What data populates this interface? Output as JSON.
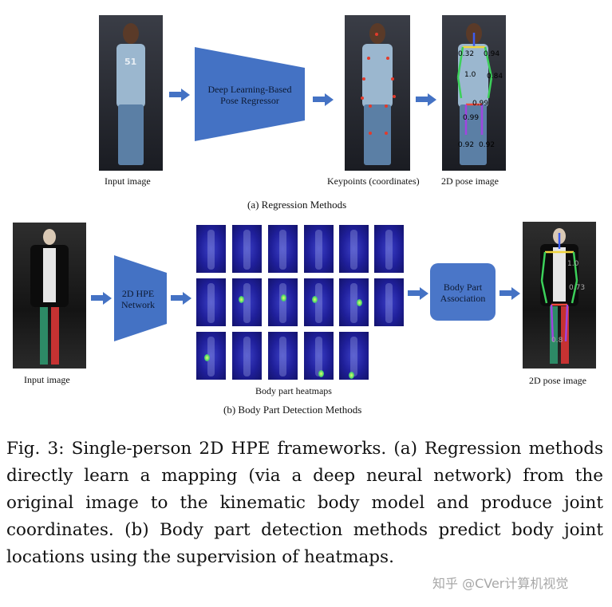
{
  "figure_a": {
    "input_label": "Input image",
    "regressor_label": "Deep Learning-Based\nPose Regressor",
    "keypoints_label": "Keypoints (coordinates)",
    "pose_label": "2D pose image",
    "subcaption": "(a) Regression Methods",
    "jersey_number": "51",
    "pose_values": [
      "0.32",
      "0.94",
      "1.0",
      "0.84",
      "0.99",
      "0.99",
      "0.92",
      "0.92"
    ]
  },
  "figure_b": {
    "input_label": "Input image",
    "network_label": "2D HPE\nNetwork",
    "heatmaps_label": "Body part heatmaps",
    "association_label": "Body Part\nAssociation",
    "pose_label": "2D pose image",
    "subcaption": "(b) Body Part Detection Methods",
    "pose_values": [
      "1.0",
      "0.73",
      "0.8"
    ]
  },
  "caption": "Fig. 3: Single-person 2D HPE frameworks. (a) Regression methods directly learn a mapping (via a deep neural network) from the original image to the kinematic body model and produce joint coordinates. (b) Body part detection methods predict body joint locations using the supervision of heatmaps.",
  "watermark": "知乎 @CVer计算机视觉",
  "colors": {
    "block_fill": "#4472c4",
    "arrow": "#4472c4",
    "association_fill": "#4a76c8"
  }
}
